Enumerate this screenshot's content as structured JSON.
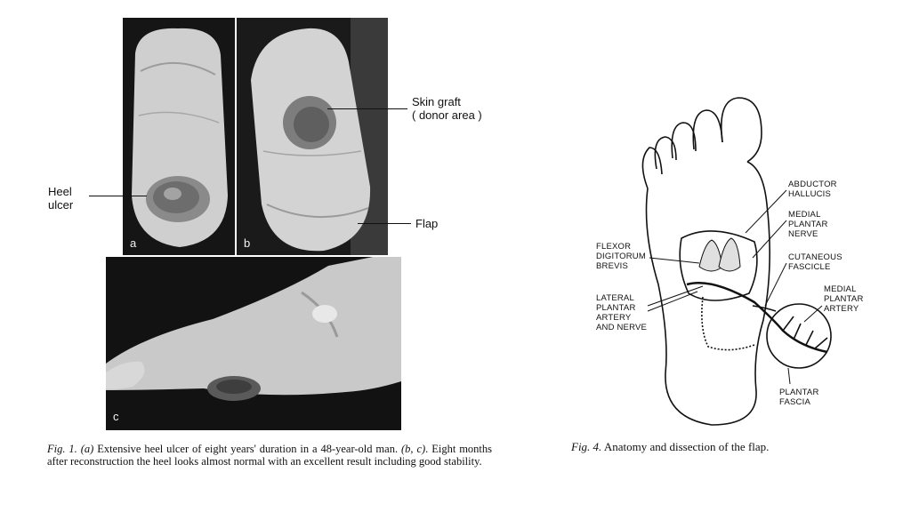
{
  "figure1": {
    "panels": [
      {
        "letter": "a",
        "description": "heel ulcer before surgery"
      },
      {
        "letter": "b",
        "description": "heel after reconstruction"
      },
      {
        "letter": "c",
        "description": "lateral view of healed heel"
      }
    ],
    "callouts": {
      "heel_ulcer": "Heel\nulcer",
      "skin_graft": "Skin graft\n( donor area )",
      "flap": "Flap"
    },
    "caption": {
      "fig_label": "Fig. 1.",
      "a": "(a)",
      "text1": " Extensive heel ulcer of eight years' duration in a 48-year-old man. ",
      "bc": "(b,",
      "line2_start": "c)",
      "text2": ". Eight months after reconstruction the heel looks almost normal with an excellent result including good stability."
    }
  },
  "figure4": {
    "labels": {
      "abductor_hallucis": "ABDUCTOR\nHALLUCIS",
      "medial_plantar_nerve": "MEDIAL\nPLANTAR\nNERVE",
      "cutaneous_fascicle": "CUTANEOUS\nFASCICLE",
      "medial_plantar_artery": "MEDIAL\nPLANTAR\nARTERY",
      "flexor_digitorum_brevis": "FLEXOR\nDIGITORUM\nBREVIS",
      "lateral_plantar": "LATERAL\nPLANTAR\nARTERY\nAND NERVE",
      "plantar_fascia": "PLANTAR\nFASCIA"
    },
    "caption": {
      "fig_label": "Fig. 4.",
      "text": " Anatomy and dissection of the flap."
    }
  }
}
